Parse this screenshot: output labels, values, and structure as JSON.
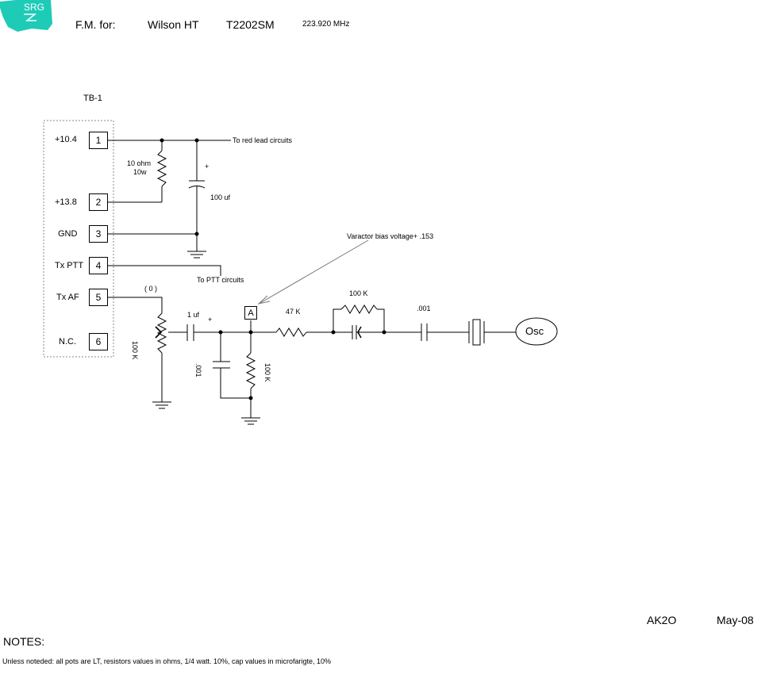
{
  "logo": {
    "text": "SRG",
    "color": "#1ecbb7"
  },
  "header": {
    "prefix": "F.M. for:",
    "model": "Wilson HT",
    "part": "T2202SM",
    "frequency": "223.920 MHz"
  },
  "terminal_block": {
    "title": "TB-1",
    "pins": [
      {
        "number": "1",
        "label": "+10.4"
      },
      {
        "number": "2",
        "label": "+13.8"
      },
      {
        "number": "3",
        "label": "GND"
      },
      {
        "number": "4",
        "label": "Tx PTT"
      },
      {
        "number": "5",
        "label": "Tx AF"
      },
      {
        "number": "6",
        "label": "N.C."
      }
    ]
  },
  "components": {
    "r_series_value": "10 ohm",
    "r_series_power": "10w",
    "cap_filter": "100 uf",
    "cap_filter_polarity": "+",
    "to_relay": "To red    lead    circuits",
    "to_ptt": "To PTT  circuits",
    "pot_setting": "( 0 )",
    "pot_value": "100 K",
    "cap_coupling": "1 uf",
    "cap_coupling_polarity": "+",
    "cap_shunt": ".001",
    "r_bias": "100 K",
    "r_series2": "47 K",
    "r_parallel": "100 K",
    "cap_output": ".001",
    "test_point": "A",
    "varactor_note": "Varactor  bias  voltage+  .153",
    "osc": "Osc"
  },
  "footer": {
    "author": "AK2O",
    "date": "May-08",
    "notes_title": "NOTES:",
    "notes_text": "Unless noteded: all pots are LT, resistors values in ohms, 1/4 watt. 10%, cap values in microfarigte, 10%"
  }
}
